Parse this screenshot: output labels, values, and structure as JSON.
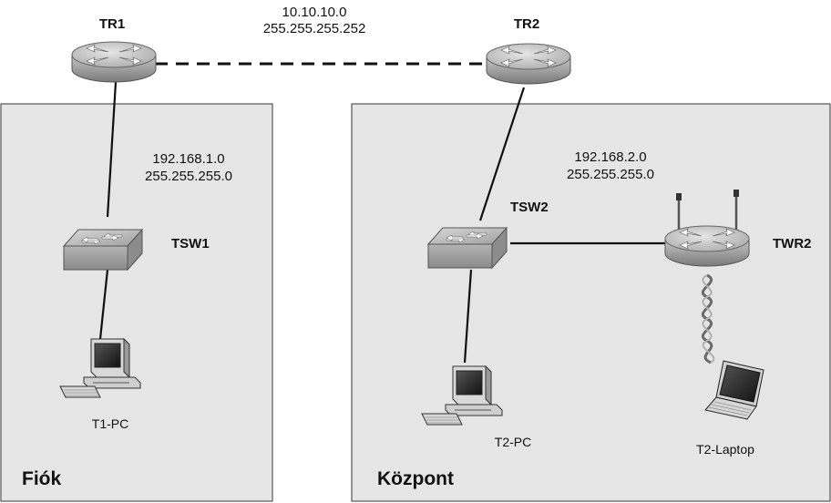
{
  "areas": {
    "left": {
      "label": "Fiók"
    },
    "right": {
      "label": "Központ"
    }
  },
  "devices": {
    "tr1": {
      "label": "TR1",
      "icon": "router-icon"
    },
    "tr2": {
      "label": "TR2",
      "icon": "router-icon"
    },
    "tsw1": {
      "label": "TSW1",
      "icon": "switch-icon"
    },
    "tsw2": {
      "label": "TSW2",
      "icon": "switch-icon"
    },
    "twr2": {
      "label": "TWR2",
      "icon": "wireless-router-icon"
    },
    "t1pc": {
      "label": "T1-PC",
      "icon": "desktop-pc-icon"
    },
    "t2pc": {
      "label": "T2-PC",
      "icon": "desktop-pc-icon"
    },
    "t2laptop": {
      "label": "T2-Laptop",
      "icon": "laptop-icon"
    }
  },
  "networks": {
    "wan": {
      "address": "10.10.10.0",
      "mask": "255.255.255.252"
    },
    "branch": {
      "address": "192.168.1.0",
      "mask": "255.255.255.0"
    },
    "hq": {
      "address": "192.168.2.0",
      "mask": "255.255.255.0"
    }
  },
  "colors": {
    "area_fill": "#e6e6e6",
    "area_border": "#666666",
    "link": "#111111",
    "router_body": "#a6a6a6",
    "router_top": "#d0d0d0"
  }
}
